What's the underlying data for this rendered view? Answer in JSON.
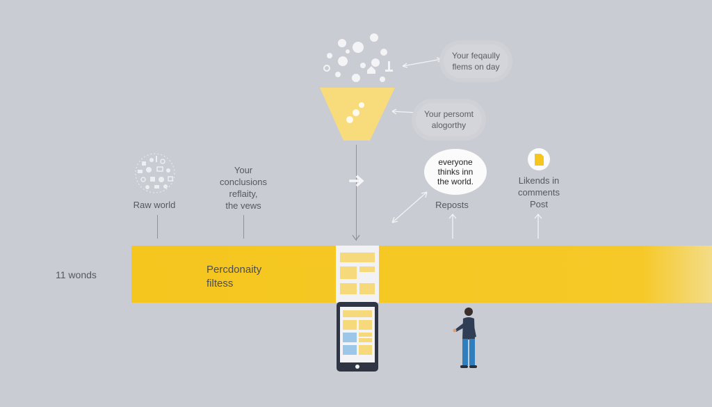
{
  "labels": {
    "raw_world": "Raw world",
    "conclusions": "Your\nconclusions\nreflaity,\nthe vews",
    "reposts": "Reposts",
    "likes": "Likends in\ncomments\nPost",
    "feed_cloud": "Your feqaully\nflems on day",
    "algorithm_cloud": "Your persomt\nalogorthy",
    "bubble": "everyone\nthinks inn\nthe world.",
    "band_title": "Percdonaity\nfiltess",
    "band_left": "11 wonds"
  },
  "colors": {
    "background": "#c9ccd3",
    "band_yellow": "#f5c61e",
    "funnel_yellow": "#f8dc7c",
    "device_dark": "#2f3542",
    "person_shirt": "#2f3d55",
    "person_pants": "#2f7fbf"
  }
}
